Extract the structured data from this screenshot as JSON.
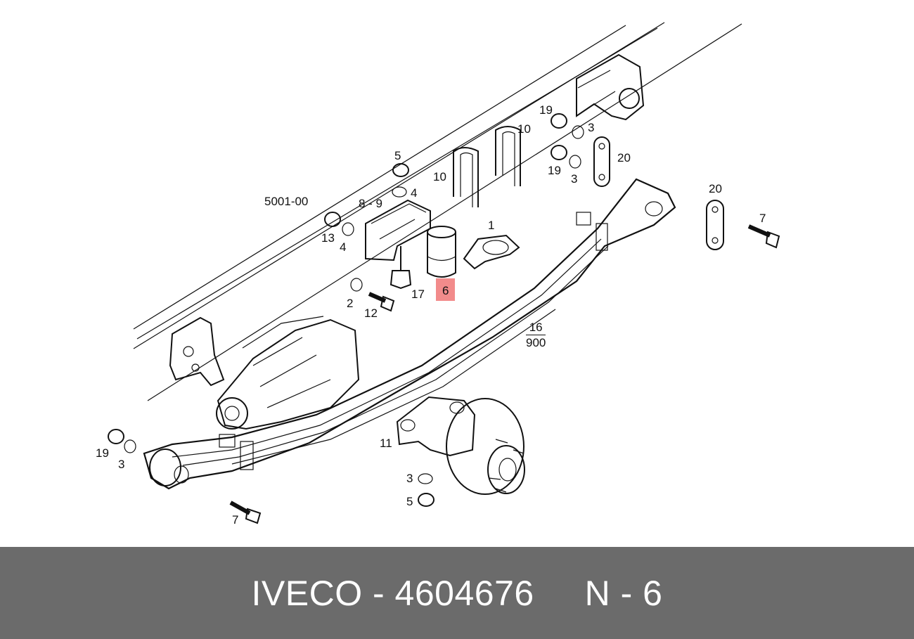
{
  "diagram": {
    "callouts": {
      "c1": "1",
      "c2": "2",
      "c3a": "3",
      "c3b": "3",
      "c3c": "3",
      "c3d": "3",
      "c4a": "4",
      "c4b": "4",
      "c5a": "5",
      "c5b": "5",
      "c6": "6",
      "c7a": "7",
      "c7b": "7",
      "c8_9": "8 - 9",
      "c10a": "10",
      "c10b": "10",
      "c11": "11",
      "c12": "12",
      "c13": "13",
      "c17": "17",
      "c19a": "19",
      "c19b": "19",
      "c19c": "19",
      "c20a": "20",
      "c20b": "20",
      "c5001": "5001-00"
    },
    "fraction": {
      "top": "16",
      "bottom": "900"
    },
    "highlight_color": "#f28b8b"
  },
  "footer": {
    "text": "IVECO - 4604676     N - 6",
    "background": "#6b6b6b"
  }
}
